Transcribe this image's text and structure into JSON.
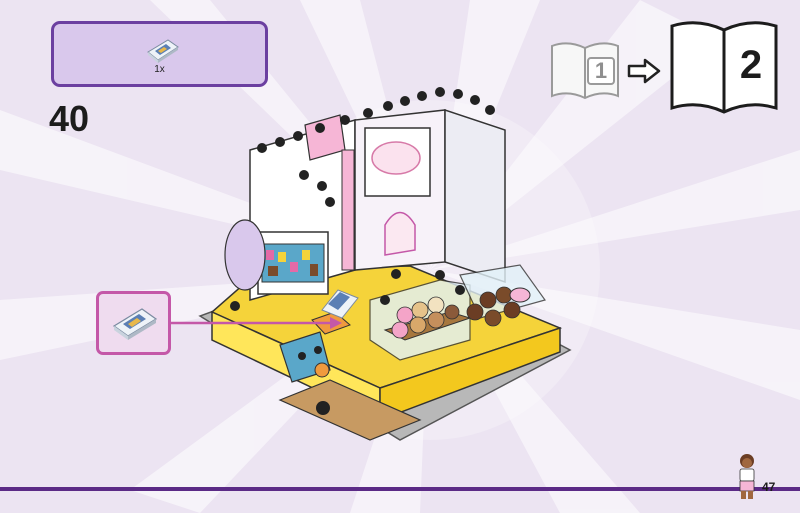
{
  "parts_list": {
    "items": [
      {
        "icon": "printed-tile-icon",
        "quantity": "1x"
      }
    ]
  },
  "step": {
    "number": "40"
  },
  "page_hint": {
    "from_book": "1",
    "to_book": "2"
  },
  "page": {
    "number": "47"
  },
  "colors": {
    "accent_purple": "#6b3fa0",
    "callout_pink": "#c458a8",
    "background": "#ece4f2"
  }
}
